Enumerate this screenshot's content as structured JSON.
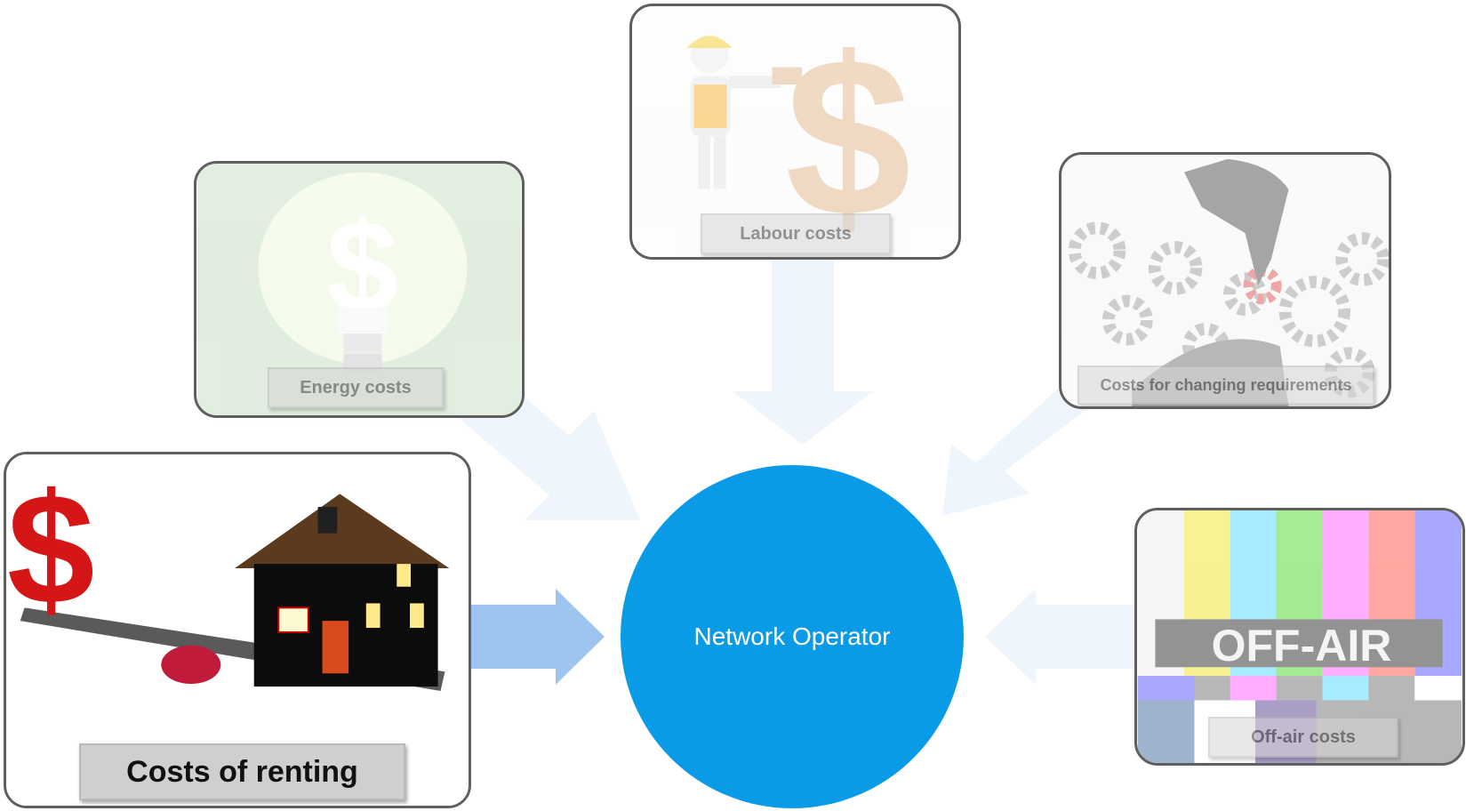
{
  "center": {
    "label": "Network Operator",
    "color": "#0a9be6"
  },
  "arrow_color": "#9ec5f0",
  "cards": {
    "renting": {
      "label": "Costs of renting",
      "icon": "house-dollar-scale"
    },
    "energy": {
      "label": "Energy costs",
      "icon": "dollar-bulb"
    },
    "labour": {
      "label": "Labour costs",
      "icon": "worker-brick-dollar"
    },
    "changing": {
      "label": "Costs for changing requirements",
      "icon": "gears-hand"
    },
    "offair": {
      "label": "Off-air costs",
      "icon": "tv-test-pattern",
      "banner_text": "OFF-AIR"
    }
  }
}
